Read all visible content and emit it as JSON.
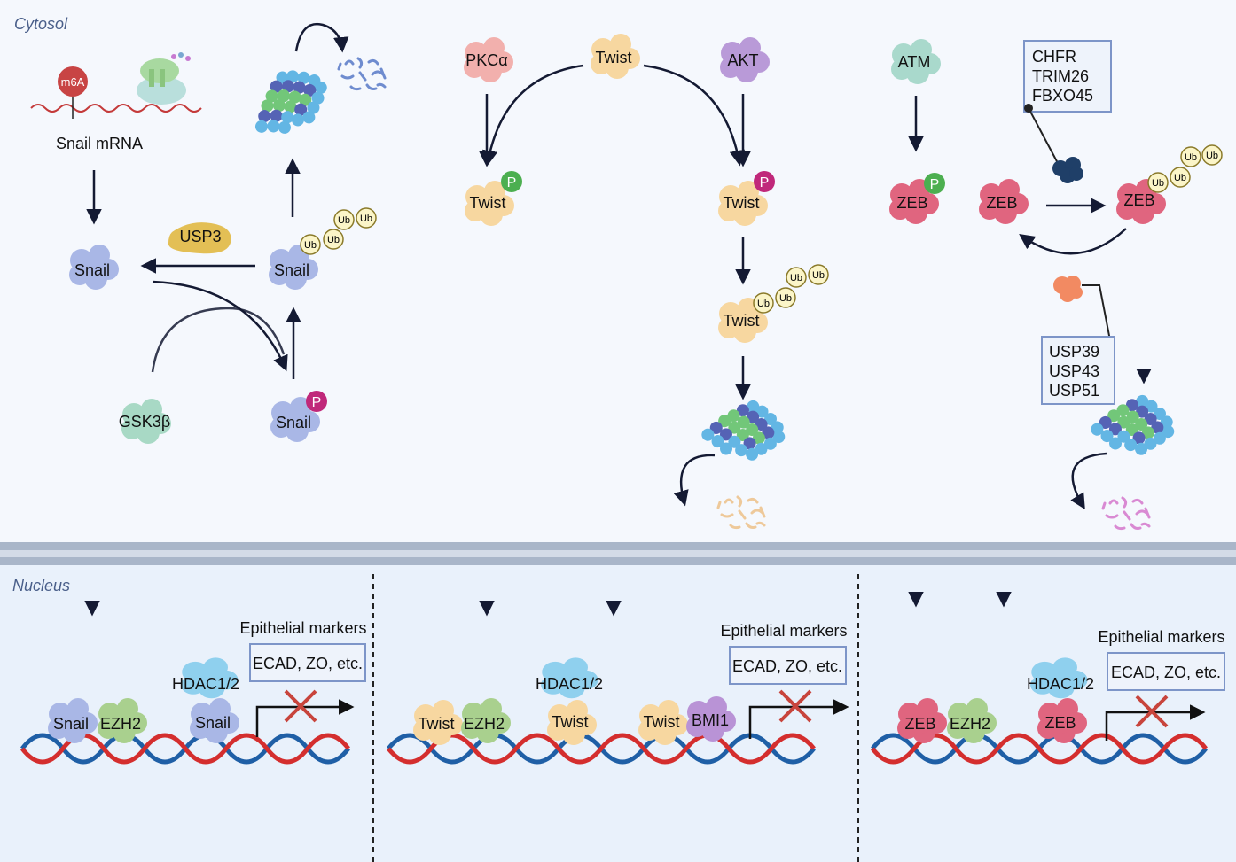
{
  "compartments": {
    "cytosol": "Cytosol",
    "nucleus": "Nucleus"
  },
  "snail_panel": {
    "m6a": "m6A",
    "mrna_label": "Snail mRNA",
    "snail": "Snail",
    "usp3": "USP3",
    "gsk3b": "GSK3β",
    "ezh2": "EZH2",
    "hdac": "HDAC1/2",
    "markers_title": "Epithelial markers",
    "markers_box": "ECAD, ZO, etc."
  },
  "twist_panel": {
    "pkca": "PKCα",
    "twist": "Twist",
    "akt": "AKT",
    "ezh2": "EZH2",
    "hdac": "HDAC1/2",
    "bmi1": "BMI1",
    "markers_title": "Epithelial markers",
    "markers_box": "ECAD, ZO, etc."
  },
  "zeb_panel": {
    "atm": "ATM",
    "zeb": "ZEB",
    "e3_ligases": [
      "CHFR",
      "TRIM26",
      "FBXO45"
    ],
    "dubs": [
      "USP39",
      "USP43",
      "USP51"
    ],
    "ezh2": "EZH2",
    "hdac": "HDAC1/2",
    "markers_title": "Epithelial markers",
    "markers_box": "ECAD, ZO, etc."
  },
  "modifications": {
    "phospho": "P",
    "ubiquitin": "Ub"
  },
  "colors": {
    "snail": "#a9b7e6",
    "twist": "#f7d7a0",
    "zeb": "#e0657f",
    "ezh2": "#a9d08e",
    "hdac": "#8fd0ee",
    "gsk3b": "#a8d9c5",
    "usp3": "#e3bf55",
    "pkca": "#f2b0ad",
    "akt": "#b99ad8",
    "atm": "#a9d9cc",
    "bmi1": "#b993d6",
    "phospho_green": "#4caf50",
    "phospho_magenta": "#c0287a",
    "proteasome_blue": "#63b6e4",
    "proteasome_green": "#72c779",
    "proteasome_indigo": "#5563b5",
    "dna_red": "#d42e2e",
    "dna_blue": "#1f5fa6",
    "membrane": "#a9b6c9",
    "nucleus_bg": "#e9f1fb",
    "cytosol_bg": "#f5f8fd",
    "cross": "#c8443c",
    "arrow": "#141a33"
  }
}
